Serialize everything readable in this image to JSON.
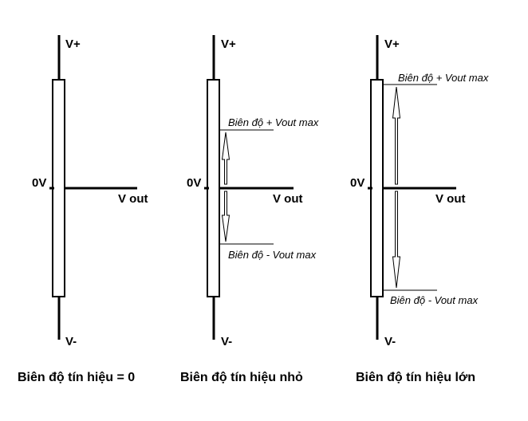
{
  "panels": [
    {
      "vplus": "V+",
      "vminus": "V-",
      "zero": "0V",
      "vout": "V out",
      "caption": "Biên độ tín hiệu = 0"
    },
    {
      "vplus": "V+",
      "vminus": "V-",
      "zero": "0V",
      "vout": "V out",
      "amp_pos": "Biên độ  + Vout max",
      "amp_neg": "Biên độ  - Vout max",
      "caption": "Biên độ tín hiệu nhỏ"
    },
    {
      "vplus": "V+",
      "vminus": "V-",
      "zero": "0V",
      "vout": "V out",
      "amp_pos": "Biên độ  + Vout max",
      "amp_neg": "Biên độ  - Vout max",
      "caption": "Biên độ tín hiệu lớn"
    }
  ]
}
